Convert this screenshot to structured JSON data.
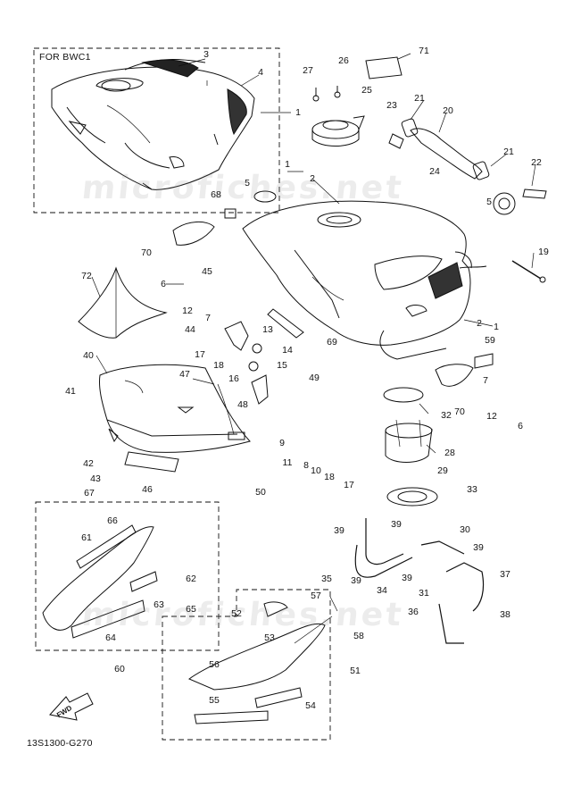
{
  "diagram": {
    "variant_label": "FOR BWC1",
    "fwd_label": "FWD",
    "figure_code": "13S1300-G270",
    "watermark": "microfiches.net",
    "callouts": [
      {
        "id": "c71",
        "text": "71"
      },
      {
        "id": "c3",
        "text": "3"
      },
      {
        "id": "c4",
        "text": "4"
      },
      {
        "id": "c1a",
        "text": "1"
      },
      {
        "id": "c27",
        "text": "27"
      },
      {
        "id": "c26",
        "text": "26"
      },
      {
        "id": "c25",
        "text": "25"
      },
      {
        "id": "c23",
        "text": "23"
      },
      {
        "id": "c21a",
        "text": "21"
      },
      {
        "id": "c20",
        "text": "20"
      },
      {
        "id": "c21b",
        "text": "21"
      },
      {
        "id": "c22",
        "text": "22"
      },
      {
        "id": "c24",
        "text": "24"
      },
      {
        "id": "c5a",
        "text": "5"
      },
      {
        "id": "c5b",
        "text": "5"
      },
      {
        "id": "c1b",
        "text": "1"
      },
      {
        "id": "c2a",
        "text": "2"
      },
      {
        "id": "c68",
        "text": "68"
      },
      {
        "id": "c70a",
        "text": "70"
      },
      {
        "id": "c19",
        "text": "19"
      },
      {
        "id": "c72",
        "text": "72"
      },
      {
        "id": "c45",
        "text": "45"
      },
      {
        "id": "c6a",
        "text": "6"
      },
      {
        "id": "c12a",
        "text": "12"
      },
      {
        "id": "c7a",
        "text": "7"
      },
      {
        "id": "c2b",
        "text": "2"
      },
      {
        "id": "c1c",
        "text": "1"
      },
      {
        "id": "c44",
        "text": "44"
      },
      {
        "id": "c13",
        "text": "13"
      },
      {
        "id": "c17a",
        "text": "17"
      },
      {
        "id": "c18a",
        "text": "18"
      },
      {
        "id": "c14",
        "text": "14"
      },
      {
        "id": "c69",
        "text": "69"
      },
      {
        "id": "c59",
        "text": "59"
      },
      {
        "id": "c40",
        "text": "40"
      },
      {
        "id": "c16",
        "text": "16"
      },
      {
        "id": "c15",
        "text": "15"
      },
      {
        "id": "c47",
        "text": "47"
      },
      {
        "id": "c49",
        "text": "49"
      },
      {
        "id": "c41",
        "text": "41"
      },
      {
        "id": "c7b",
        "text": "7"
      },
      {
        "id": "c70b",
        "text": "70"
      },
      {
        "id": "c12b",
        "text": "12"
      },
      {
        "id": "c6b",
        "text": "6"
      },
      {
        "id": "c32",
        "text": "32"
      },
      {
        "id": "c48",
        "text": "48"
      },
      {
        "id": "c9",
        "text": "9"
      },
      {
        "id": "c11",
        "text": "11"
      },
      {
        "id": "c8",
        "text": "8"
      },
      {
        "id": "c10",
        "text": "10"
      },
      {
        "id": "c18b",
        "text": "18"
      },
      {
        "id": "c17b",
        "text": "17"
      },
      {
        "id": "c28",
        "text": "28"
      },
      {
        "id": "c42",
        "text": "42"
      },
      {
        "id": "c43",
        "text": "43"
      },
      {
        "id": "c46",
        "text": "46"
      },
      {
        "id": "c50",
        "text": "50"
      },
      {
        "id": "c29",
        "text": "29"
      },
      {
        "id": "c33",
        "text": "33"
      },
      {
        "id": "c67",
        "text": "67"
      },
      {
        "id": "c66",
        "text": "66"
      },
      {
        "id": "c61",
        "text": "61"
      },
      {
        "id": "c39a",
        "text": "39"
      },
      {
        "id": "c39b",
        "text": "39"
      },
      {
        "id": "c30",
        "text": "30"
      },
      {
        "id": "c39c",
        "text": "39"
      },
      {
        "id": "c62",
        "text": "62"
      },
      {
        "id": "c35",
        "text": "35"
      },
      {
        "id": "c39d",
        "text": "39"
      },
      {
        "id": "c39e",
        "text": "39"
      },
      {
        "id": "c37",
        "text": "37"
      },
      {
        "id": "c34",
        "text": "34"
      },
      {
        "id": "c31",
        "text": "31"
      },
      {
        "id": "c63",
        "text": "63"
      },
      {
        "id": "c65",
        "text": "65"
      },
      {
        "id": "c57",
        "text": "57"
      },
      {
        "id": "c52",
        "text": "52"
      },
      {
        "id": "c36",
        "text": "36"
      },
      {
        "id": "c38",
        "text": "38"
      },
      {
        "id": "c53",
        "text": "53"
      },
      {
        "id": "c58",
        "text": "58"
      },
      {
        "id": "c64",
        "text": "64"
      },
      {
        "id": "c56",
        "text": "56"
      },
      {
        "id": "c60",
        "text": "60"
      },
      {
        "id": "c51",
        "text": "51"
      },
      {
        "id": "c55",
        "text": "55"
      },
      {
        "id": "c54",
        "text": "54"
      }
    ]
  }
}
